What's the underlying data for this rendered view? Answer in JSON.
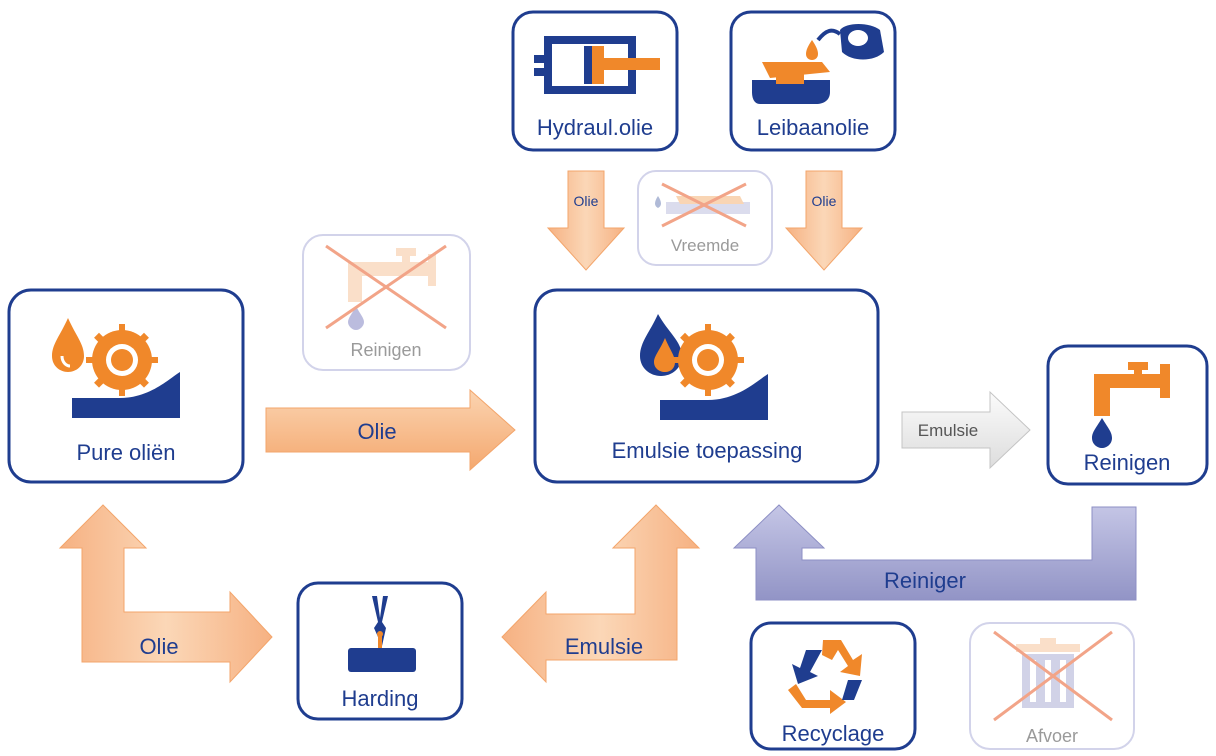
{
  "colors": {
    "navy": "#1f3d8f",
    "orange": "#f0882a",
    "orange_arrow": "#f6b98a",
    "lavender_arrow": "#9b9dcc",
    "gray_arrow": "#e6e6e6",
    "faded_border": "#d2d3ea"
  },
  "nodes": {
    "pure_oils": "Pure oliën",
    "emulsion": "Emulsie toepassing",
    "hydraulic": "Hydraul.olie",
    "slideway": "Leibaanolie",
    "foreign": "Vreemde",
    "cleaning_faded": "Reinigen",
    "cleaning": "Reinigen",
    "hardening": "Harding",
    "recycling": "Recyclage",
    "disposal": "Afvoer"
  },
  "arrows": {
    "oil_to_emulsion": "Olie",
    "hydraulic_oil": "Olie",
    "slideway_oil": "Olie",
    "emulsion_to_cleaning": "Emulsie",
    "cleaner_return": "Reiniger",
    "oil_hardening": "Olie",
    "emulsion_hardening": "Emulsie"
  },
  "icons": {
    "pure_oils": [
      "oil-drop-icon",
      "saw-blade-icon"
    ],
    "emulsion": [
      "oil-water-drop-icon",
      "saw-blade-icon"
    ],
    "hydraulic": "hydraulic-cylinder-icon",
    "slideway": "slideway-oil-can-icon",
    "cleaning": "faucet-icon",
    "hardening": "tongs-icon",
    "recycling": "recycle-icon",
    "disposal": "trash-bin-icon",
    "crossed": "cross-icon"
  }
}
